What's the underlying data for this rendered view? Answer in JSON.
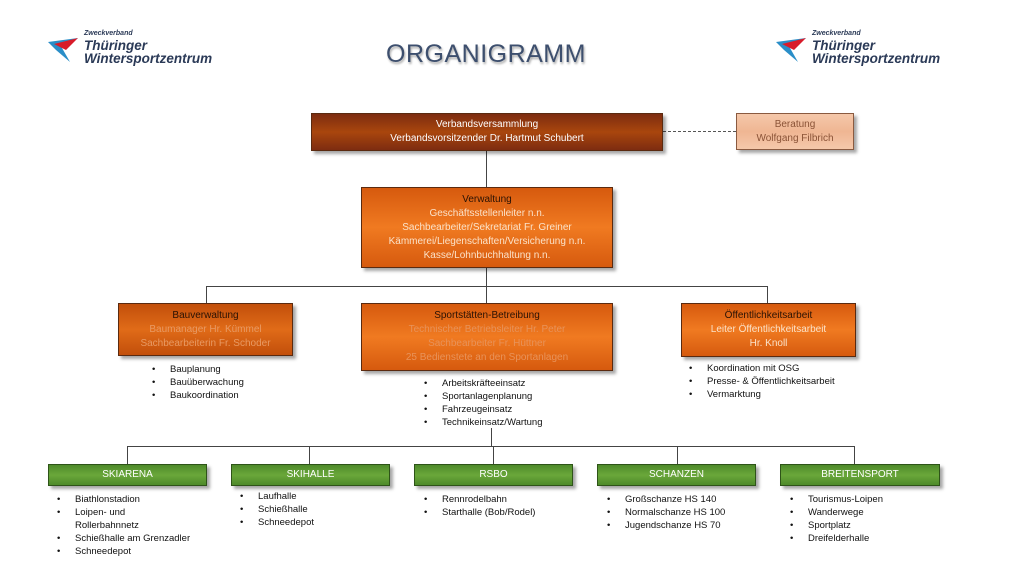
{
  "title": "ORGANIGRAMM",
  "logo": {
    "small": "Zweckverband",
    "line1": "Thüringer",
    "line2": "Wintersportzentrum"
  },
  "top": {
    "head": "Verbandsversammlung",
    "line": "Verbandsvorsitzender Dr. Hartmut Schubert"
  },
  "advice": {
    "head": "Beratung",
    "line": "Wolfgang Filbrich"
  },
  "admin": {
    "head": "Verwaltung",
    "lines": [
      "Geschäftsstellenleiter n.n.",
      "Sachbearbeiter/Sekretariat Fr. Greiner",
      "Kämmerei/Liegenschaften/Versicherung n.n.",
      "Kasse/Lohnbuchhaltung n.n."
    ]
  },
  "departments": [
    {
      "head": "Bauverwaltung",
      "lines": [
        "Baumanager Hr. Kümmel",
        "Sachbearbeiterin Fr. Schoder"
      ],
      "tasks": [
        "Bauplanung",
        "Bauüberwachung",
        "Baukoordination"
      ]
    },
    {
      "head": "Sportstätten-Betreibung",
      "lines": [
        "Technischer Betriebsleiter Hr. Peter",
        "Sachbearbeiter Fr. Hüttner",
        "25 Bedienstete an den Sportanlagen"
      ],
      "tasks": [
        "Arbeitskräfteeinsatz",
        "Sportanlagenplanung",
        "Fahrzeugeinsatz",
        "Technikeinsatz/Wartung"
      ]
    },
    {
      "head": "Öffentlichkeitsarbeit",
      "lines": [
        "Leiter Öffentlichkeitsarbeit",
        "Hr. Knoll"
      ],
      "tasks": [
        "Koordination mit OSG",
        "Presse- & Öffentlichkeitsarbeit",
        "Vermarktung"
      ]
    }
  ],
  "facilities": [
    {
      "name": "SKIARENA",
      "items": [
        "Biathlonstadion",
        "Loipen- und",
        "Rollerbahnnetz",
        "Schießhalle am Grenzadler",
        "Schneedepot"
      ]
    },
    {
      "name": "SKIHALLE",
      "items": [
        "Laufhalle",
        "Schießhalle",
        "Schneedepot"
      ]
    },
    {
      "name": "RSBO",
      "items": [
        "Rennrodelbahn",
        "Starthalle (Bob/Rodel)"
      ]
    },
    {
      "name": "SCHANZEN",
      "items": [
        "Großschanze HS 140",
        "Normalschanze HS 100",
        "Jugendschanze HS 70"
      ]
    },
    {
      "name": "BREITENSPORT",
      "items": [
        "Tourismus-Loipen",
        "Wanderwege",
        "Sportplatz",
        "Dreifelderhalle"
      ]
    }
  ],
  "colors": {
    "dark": "#8b3410",
    "orange": "#f07a21",
    "light": "#f5c8aa",
    "green": "#5e9a33",
    "title": "#3d4f6e"
  }
}
